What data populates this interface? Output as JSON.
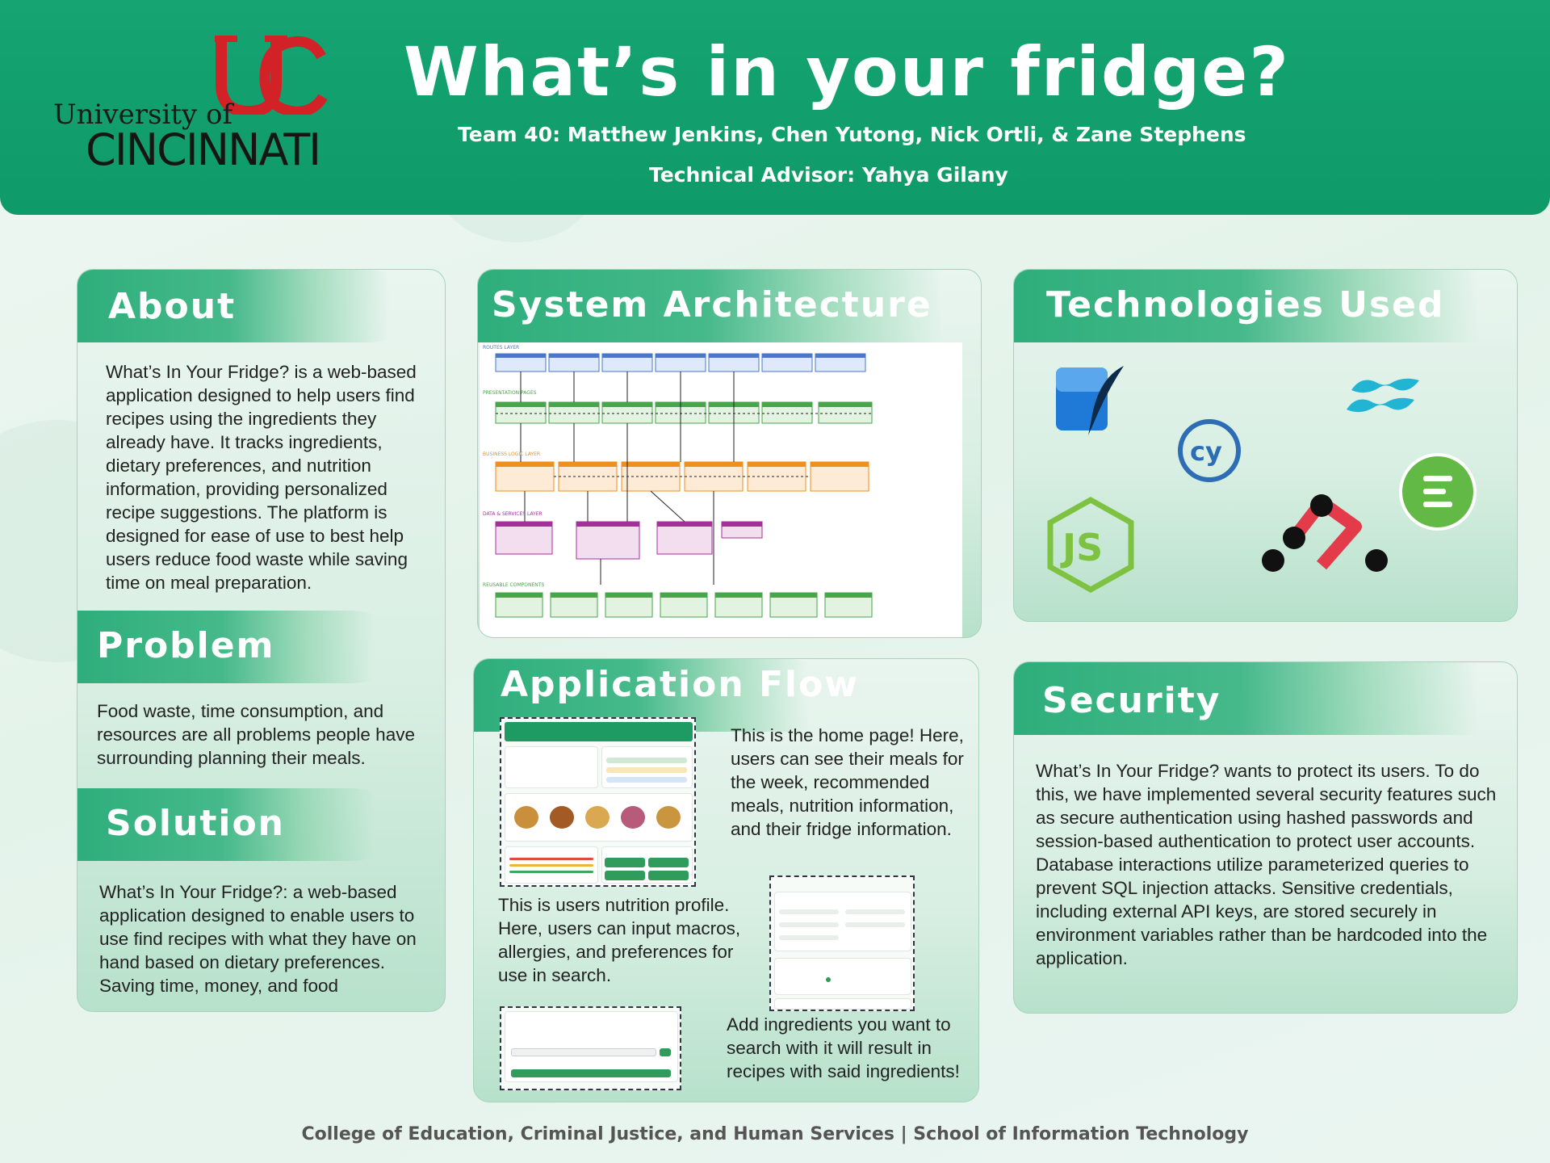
{
  "header": {
    "title": "What’s in your fridge?",
    "team": "Team 40: Matthew Jenkins, Chen Yutong, Nick Ortli, & Zane Stephens",
    "advisor": "Technical Advisor: Yahya Gilany",
    "logo": {
      "top": "University of",
      "bottom": "CINCINNATI",
      "mark": "UC"
    }
  },
  "about": {
    "title": "About",
    "text": "What’s In Your Fridge? is a web-based application designed to help users find recipes using the ingredients they already have. It tracks ingredients, dietary preferences, and nutrition information, providing personalized recipe suggestions. The platform is designed for ease of use to best help users reduce food waste while saving time on meal preparation."
  },
  "problem": {
    "title": "Problem",
    "text": "Food waste, time consumption, and resources are all problems people have surrounding planning their meals."
  },
  "solution": {
    "title": "Solution",
    "text": "What’s In Your Fridge?: a web-based application designed to enable users to use find recipes with what they have on hand based on dietary preferences. Saving time, money, and food"
  },
  "architecture": {
    "title": "System Architecture"
  },
  "technologies": {
    "title": "Technologies Used",
    "icons": [
      "sqlite-icon",
      "tailwind-icon",
      "cypress-icon",
      "express-icon",
      "nodejs-icon",
      "spoonacular-icon"
    ]
  },
  "flow": {
    "title": "Application Flow",
    "home_caption": "This is the home page! Here, users can see their meals for the week, recommended meals, nutrition information, and their fridge information.",
    "profile_caption": "This is users nutrition profile. Here, users can input macros, allergies, and preferences for use in search.",
    "search_caption": "Add ingredients you want to search with it will result in recipes with said ingredients!"
  },
  "security": {
    "title": "Security",
    "text": "What’s In Your Fridge? wants to protect its users. To do this, we have implemented several security features such as secure authentication using hashed passwords and session-based authentication to protect user accounts. Database interactions utilize parameterized queries to prevent SQL injection attacks. Sensitive credentials, including external API keys, are stored securely in environment variables rather than be hardcoded into the application."
  },
  "footer": "College of Education, Criminal Justice, and Human Services | School of Information Technology",
  "colors": {
    "header": "#12a06e",
    "accent": "#2eae7c",
    "uc_red": "#d32128"
  }
}
